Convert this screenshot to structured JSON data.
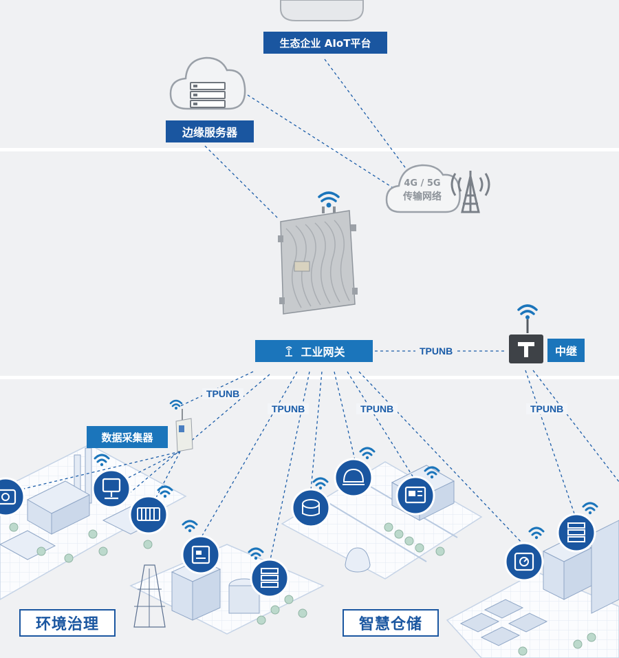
{
  "platform": {
    "label": "生态企业 AIoT平台"
  },
  "edge_server": {
    "label": "边缘服务器"
  },
  "cellular": {
    "line1": "4G / 5G",
    "line2": "传输网络"
  },
  "gateway": {
    "label": "工业网关"
  },
  "relay": {
    "label": "中继"
  },
  "protocol_labels": [
    "TPUNB",
    "TPUNB",
    "TPUNB",
    "TPUNB",
    "TPUNB"
  ],
  "collector": {
    "label": "数据采集器"
  },
  "scenes": {
    "environment": "环境治理",
    "warehouse": "智慧仓储"
  },
  "colors": {
    "brand_blue": "#1a56a0",
    "gateway_blue": "#1b75bb",
    "background": "#f0f1f3"
  }
}
